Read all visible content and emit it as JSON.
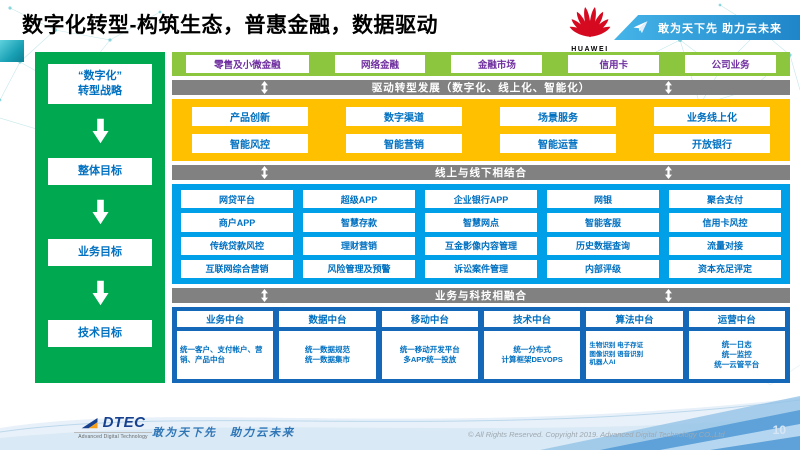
{
  "header": {
    "title": "数字化转型-构筑生态，普惠金融，数据驱动",
    "brand": "HUAWEI",
    "banner_slogan": "敢为天下先 助力云未来"
  },
  "strategy_panel": {
    "items": [
      "“数字化”\n转型战略",
      "整体目标",
      "业务目标",
      "技术目标"
    ]
  },
  "business_lines": {
    "items": [
      "零售及小微金融",
      "网络金融",
      "金融市场",
      "信用卡",
      "公司业务"
    ]
  },
  "connector_bars": {
    "drive": "驱动转型发展（数字化、线上化、智能化）",
    "online_offline": "线上与线下相结合",
    "tech_fusion": "业务与科技相融合"
  },
  "capabilities": {
    "rows": [
      [
        "产品创新",
        "数字渠道",
        "场景服务",
        "业务线上化"
      ],
      [
        "智能风控",
        "智能营销",
        "智能运营",
        "开放银行"
      ]
    ]
  },
  "applications": {
    "rows": [
      [
        "网贷平台",
        "超级APP",
        "企业银行APP",
        "网银",
        "聚合支付"
      ],
      [
        "商户APP",
        "智慧存款",
        "智慧网点",
        "智能客服",
        "信用卡风控"
      ],
      [
        "传统贷款风控",
        "理财营销",
        "互金影像内容管理",
        "历史数据查询",
        "流量对接"
      ],
      [
        "互联网综合营销",
        "风险管理及预警",
        "诉讼案件管理",
        "内部评级",
        "资本充足评定"
      ]
    ]
  },
  "platforms": {
    "columns": [
      {
        "title": "业务中台",
        "content": "统一客户、支付帐户、营销、产品中台"
      },
      {
        "title": "数据中台",
        "content": "统一数据规范\n统一数据集市"
      },
      {
        "title": "移动中台",
        "content": "统一移动开发平台\n多APP统一投放"
      },
      {
        "title": "技术中台",
        "content": "统一分布式\n计算框架DEVOPS"
      },
      {
        "title": "算法中台",
        "content": "生物识别 电子存证\n图像识别 语音识别\n机器人AI"
      },
      {
        "title": "运营中台",
        "content": "统一日志\n统一监控\n统一云管平台"
      }
    ]
  },
  "footer": {
    "logo_text": "DTEC",
    "logo_subtext": "Advanced Digital Technology",
    "slogan": "敢为天下先　助力云未来",
    "copyright": "© All Rights Reserved. Copyright 2019. Advanced Digital Technology CO.,Ltd",
    "page_number": "10"
  },
  "colors": {
    "strategy_green": "#00a84f",
    "business_green": "#8cc63e",
    "capability_yellow": "#ffc000",
    "application_blue": "#00a0e9",
    "platform_blue": "#1568b8",
    "connector_gray": "#818181",
    "box_text_blue": "#0070c0",
    "box_text_purple": "#7030a0",
    "huawei_red": "#d5091f",
    "banner_blue": "#2196d6"
  }
}
